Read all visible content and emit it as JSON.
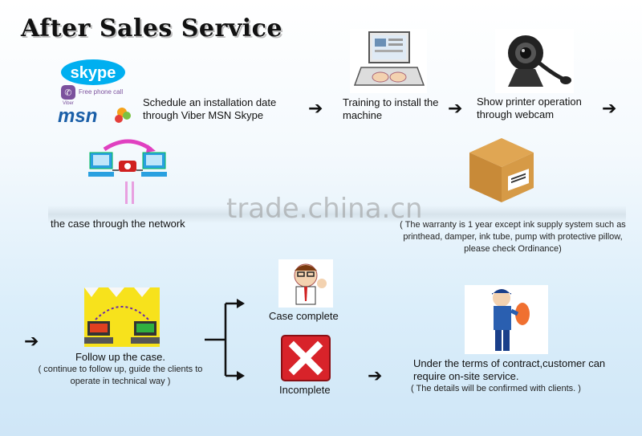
{
  "title": "After Sales Service",
  "watermark": "trade.china.cn",
  "step1": {
    "text": "Schedule an installation date through Viber MSN Skype",
    "logos": {
      "skype": "skype",
      "viber": "Viber",
      "free_call": "Free phone call",
      "msn": "msn"
    }
  },
  "step2": {
    "text": "Training to install the machine"
  },
  "step3": {
    "text": "Show printer operation through webcam"
  },
  "step4": {
    "text": "the case through the network"
  },
  "step5": {
    "text": "( The warranty is 1 year except ink supply system such as printhead, damper, ink tube, pump with protective pillow, please check Ordinance)"
  },
  "step6": {
    "text": "Follow up the case.",
    "note": "( continue to follow up, guide the clients to operate in technical way )"
  },
  "branch": {
    "complete": "Case complete",
    "incomplete": "Incomplete"
  },
  "step7": {
    "text": "Under the terms of contract,customer can require on-site service.",
    "note": "( The details will be confirmed with clients. )"
  },
  "arrow_glyph": "➔",
  "colors": {
    "accent_red": "#d8232a",
    "skype_blue": "#00aff0",
    "msn_blue": "#1b5fa8"
  }
}
